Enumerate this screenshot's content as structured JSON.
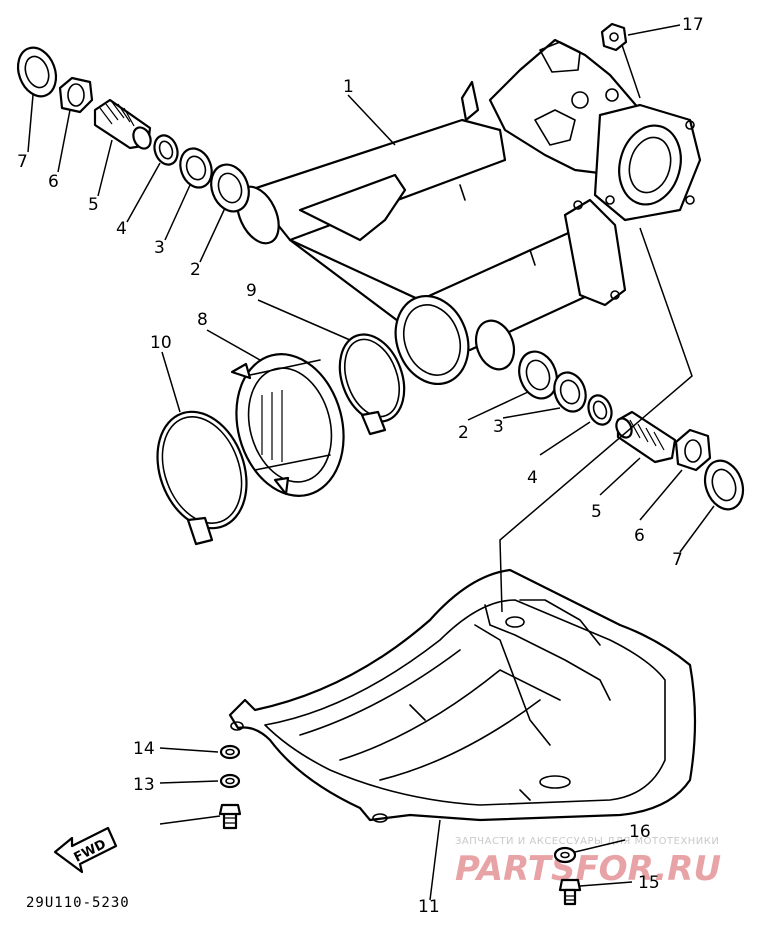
{
  "diagram": {
    "part_code": "29U110-5230",
    "fwd_label": "FWD",
    "callouts": {
      "1": "1",
      "2a": "2",
      "3a": "3",
      "4a": "4",
      "5a": "5",
      "6a": "6",
      "7a": "7",
      "2b": "2",
      "3b": "3",
      "4b": "4",
      "5b": "5",
      "6b": "6",
      "7b": "7",
      "8": "8",
      "9": "9",
      "10": "10",
      "11": "11",
      "13": "13",
      "14": "14",
      "15": "15",
      "16": "16",
      "17": "17"
    }
  },
  "watermark": {
    "tagline": "ЗАПЧАСТИ И АКСЕССУАРЫ ДЛЯ МОТОТЕХНИКИ",
    "brand": "PARTSFOR.RU",
    "color": "#e8a3a6"
  }
}
